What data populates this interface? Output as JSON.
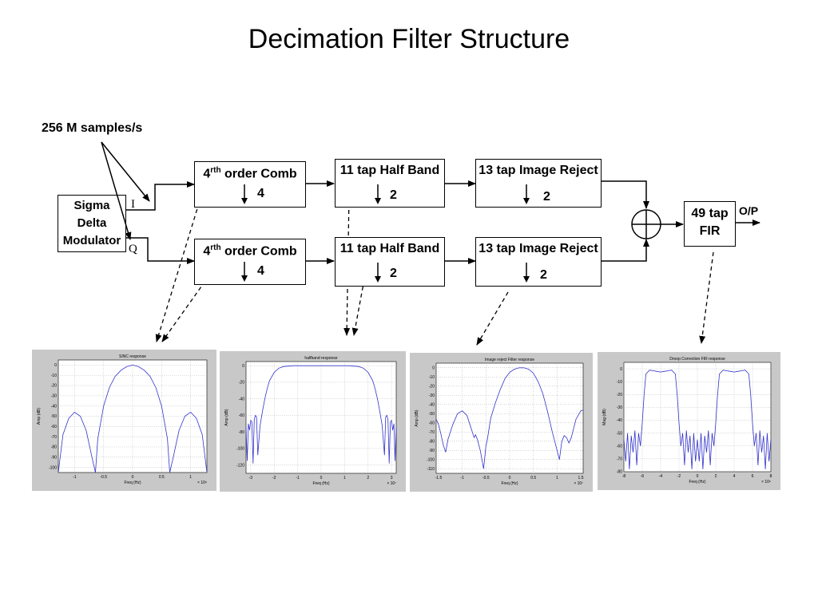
{
  "title": "Decimation Filter Structure",
  "input_rate": "256 M samples/s",
  "modulator": {
    "line1": "Sigma",
    "line2": "Delta",
    "line3": "Modulator"
  },
  "branch_labels": {
    "i": "I",
    "q": "Q"
  },
  "blocks": {
    "comb": {
      "prefix": "4",
      "sup": "rth",
      "suffix": " order Comb",
      "factor": "4"
    },
    "halfband": {
      "title": "11 tap Half Band",
      "factor": "2"
    },
    "image_reject": {
      "title": "13 tap Image Reject",
      "factor": "2"
    },
    "fir": {
      "line1": "49 tap",
      "line2": "FIR"
    }
  },
  "output_label": "O/P",
  "colors": {
    "trace": "#3333cc",
    "panel": "#c8c8c8",
    "grid": "#9a9a9a"
  },
  "icons": [
    "downsample-arrow-icon",
    "summing-junction-icon"
  ],
  "chart_data": [
    {
      "type": "line",
      "title": "SINC response",
      "xlabel": "Freq (Hz)",
      "ylabel": "Amp (dB)",
      "x_multiplier": "× 10⁸",
      "xlim": [
        -1.28,
        1.28
      ],
      "ylim": [
        -105,
        5
      ],
      "x_ticks": [
        -1,
        -0.5,
        0,
        0.5,
        1
      ],
      "y_ticks": [
        0,
        -10,
        -20,
        -30,
        -40,
        -50,
        -60,
        -70,
        -80,
        -90,
        -100
      ],
      "grid": true,
      "series": [
        {
          "x": [
            -1.28,
            -1.2,
            -1.1,
            -1.0,
            -0.9,
            -0.8,
            -0.7,
            -0.64,
            -0.6,
            -0.5,
            -0.4,
            -0.3,
            -0.2,
            -0.1,
            0,
            0.1,
            0.2,
            0.3,
            0.4,
            0.5,
            0.6,
            0.64,
            0.7,
            0.8,
            0.9,
            1.0,
            1.1,
            1.2,
            1.28
          ],
          "y": [
            -105,
            -68,
            -52,
            -46,
            -50,
            -64,
            -90,
            -105,
            -72,
            -40,
            -22,
            -11,
            -5,
            -1.5,
            0,
            -1.5,
            -5,
            -11,
            -22,
            -40,
            -72,
            -105,
            -90,
            -64,
            -50,
            -46,
            -52,
            -68,
            -105
          ]
        }
      ]
    },
    {
      "type": "line",
      "title": "halfband response",
      "xlabel": "Freq (Hz)",
      "ylabel": "Amp (dB)",
      "x_multiplier": "× 10⁷",
      "xlim": [
        -3.2,
        3.2
      ],
      "ylim": [
        -130,
        5
      ],
      "x_ticks": [
        -3,
        -2,
        -1,
        0,
        1,
        2,
        3
      ],
      "y_ticks": [
        0,
        -20,
        -40,
        -60,
        -80,
        -100,
        -120
      ],
      "grid": true,
      "series": [
        {
          "x": [
            -3.2,
            -3.15,
            -3.1,
            -3.05,
            -3.0,
            -2.95,
            -2.9,
            -2.85,
            -2.8,
            -2.75,
            -2.7,
            -2.6,
            -2.5,
            -2.4,
            -2.3,
            -2.2,
            -2.0,
            -1.8,
            -1.6,
            -1.4,
            -1.2,
            -1.0,
            0,
            1.0,
            1.2,
            1.4,
            1.6,
            1.8,
            2.0,
            2.2,
            2.3,
            2.4,
            2.5,
            2.6,
            2.7,
            2.75,
            2.8,
            2.85,
            2.9,
            2.95,
            3.0,
            3.05,
            3.1,
            3.15,
            3.2
          ],
          "y": [
            -75,
            -115,
            -70,
            -78,
            -66,
            -68,
            -118,
            -65,
            -60,
            -62,
            -108,
            -72,
            -55,
            -40,
            -28,
            -18,
            -8,
            -3,
            -1,
            -0.5,
            0,
            0,
            0,
            0,
            0,
            -0.5,
            -1,
            -3,
            -8,
            -18,
            -28,
            -40,
            -55,
            -72,
            -108,
            -62,
            -60,
            -65,
            -118,
            -68,
            -66,
            -78,
            -70,
            -115,
            -75
          ]
        }
      ]
    },
    {
      "type": "line",
      "title": "Image reject Filter response",
      "xlabel": "Freq (Hz)",
      "ylabel": "Amp (dB)",
      "x_multiplier": "× 10⁷",
      "xlim": [
        -1.55,
        1.55
      ],
      "ylim": [
        -115,
        5
      ],
      "x_ticks": [
        -1.5,
        -1,
        -0.5,
        0,
        0.5,
        1,
        1.5
      ],
      "y_ticks": [
        0,
        -10,
        -20,
        -30,
        -40,
        -50,
        -60,
        -70,
        -80,
        -90,
        -100,
        -110
      ],
      "grid": true,
      "series": [
        {
          "x": [
            -1.55,
            -1.5,
            -1.45,
            -1.4,
            -1.35,
            -1.3,
            -1.2,
            -1.1,
            -1.0,
            -0.9,
            -0.8,
            -0.75,
            -0.72,
            -0.68,
            -0.62,
            -0.55,
            -0.5,
            -0.47,
            -0.4,
            -0.3,
            -0.2,
            -0.1,
            0,
            0.1,
            0.2,
            0.3,
            0.4,
            0.5,
            0.6,
            0.7,
            0.8,
            0.9,
            1.0,
            1.05,
            1.1,
            1.15,
            1.2,
            1.25,
            1.3,
            1.35,
            1.4,
            1.5,
            1.55
          ],
          "y": [
            -56,
            -62,
            -72,
            -84,
            -92,
            -78,
            -62,
            -50,
            -47,
            -52,
            -68,
            -76,
            -73,
            -78,
            -90,
            -110,
            -85,
            -78,
            -55,
            -38,
            -24,
            -12,
            -5,
            -1.5,
            0,
            0,
            -1.5,
            -6,
            -15,
            -28,
            -48,
            -70,
            -90,
            -100,
            -80,
            -74,
            -76,
            -82,
            -76,
            -66,
            -56,
            -47,
            -46
          ]
        }
      ]
    },
    {
      "type": "line",
      "title": "Droop Correction FIR response",
      "xlabel": "Freq (Hz)",
      "ylabel": "Mag (dB)",
      "x_multiplier": "× 10⁶",
      "xlim": [
        -8,
        8
      ],
      "ylim": [
        -80,
        5
      ],
      "x_ticks": [
        -8,
        -6,
        -4,
        -2,
        0,
        2,
        4,
        6,
        8
      ],
      "y_ticks": [
        0,
        -10,
        -20,
        -30,
        -40,
        -50,
        -60,
        -70,
        -80
      ],
      "grid": true,
      "series": [
        {
          "x": [
            -8,
            -7.8,
            -7.6,
            -7.4,
            -7.2,
            -7.0,
            -6.8,
            -6.6,
            -6.4,
            -6.2,
            -6.0,
            -5.8,
            -5.6,
            -5.2,
            -4.8,
            -4.4,
            -4.0,
            -3.6,
            -3.2,
            -2.8,
            -2.4,
            -2.2,
            -2.0,
            -1.8,
            -1.6,
            -1.4,
            -1.2,
            -1.0,
            -0.8,
            -0.6,
            -0.4,
            -0.2,
            0,
            0.2,
            0.4,
            0.6,
            0.8,
            1.0,
            1.2,
            1.4,
            1.6,
            1.8,
            2.0,
            2.2,
            2.4,
            2.8,
            3.2,
            3.6,
            4.0,
            4.4,
            4.8,
            5.2,
            5.6,
            5.8,
            6.0,
            6.2,
            6.4,
            6.6,
            6.8,
            7.0,
            7.2,
            7.4,
            7.6,
            7.8,
            8
          ],
          "y": [
            -55,
            -72,
            -50,
            -78,
            -52,
            -65,
            -48,
            -75,
            -50,
            -60,
            -42,
            -20,
            -4,
            -1,
            -1.5,
            -2,
            -2.5,
            -2,
            -1.5,
            -1,
            -4,
            -20,
            -42,
            -60,
            -50,
            -75,
            -48,
            -65,
            -52,
            -78,
            -50,
            -72,
            -55,
            -72,
            -50,
            -78,
            -52,
            -65,
            -48,
            -75,
            -50,
            -60,
            -42,
            -20,
            -4,
            -1,
            -1.5,
            -2,
            -2.5,
            -2,
            -1.5,
            -1,
            -4,
            -20,
            -42,
            -60,
            -50,
            -75,
            -48,
            -65,
            -52,
            -78,
            -50,
            -72,
            -55
          ]
        }
      ]
    }
  ]
}
